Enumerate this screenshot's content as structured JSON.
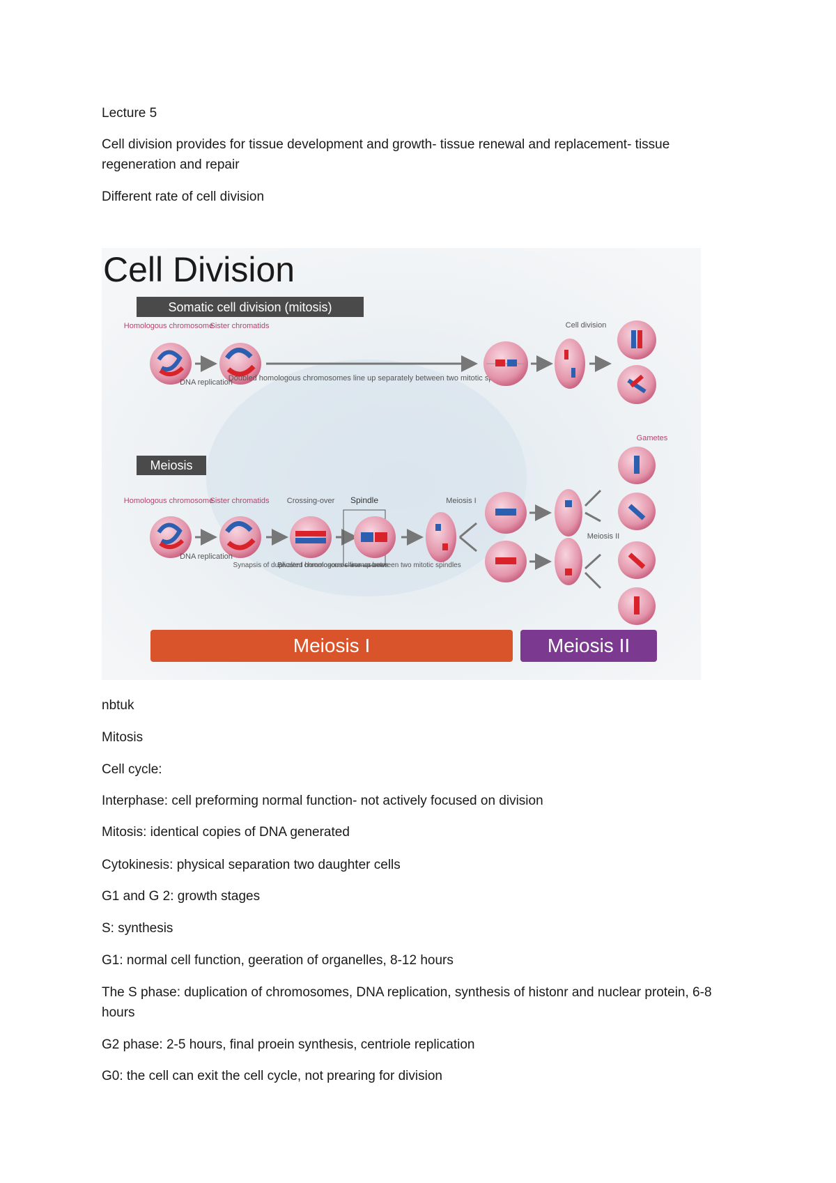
{
  "document": {
    "heading": "Lecture 5",
    "paragraphs": [
      "Cell division provides for tissue development and growth- tissue renewal and replacement- tissue regeneration and repair",
      "Different rate of cell division"
    ],
    "notes": [
      "nbtuk",
      "Mitosis",
      "Cell cycle:",
      "Interphase: cell preforming normal function- not actively focused on division",
      "Mitosis: identical copies of DNA generated",
      "Cytokinesis: physical separation two daughter cells",
      "G1 and G 2: growth stages",
      "S: synthesis",
      "G1: normal cell function, geeration of organelles, 8-12 hours",
      "The S phase: duplication of chromosomes, DNA replication, synthesis of histonr and nuclear protein, 6-8 hours",
      "G2 phase: 2-5 hours, final proein synthesis, centriole replication",
      "G0: the cell can exit the cell cycle, not prearing for division"
    ]
  },
  "figure": {
    "title": "Cell Division",
    "mitosis_banner": "Somatic cell division (mitosis)",
    "meiosis_banner": "Meiosis",
    "labels": {
      "homologous": "Homologous chromosome",
      "sister": "Sister chromatids",
      "dna_replication": "DNA replication",
      "doubled": "Doubled homologous chromosomes line up separately between two mitotic spindles",
      "cell_division": "Cell division",
      "gametes": "Gametes",
      "crossing_over": "Crossing-over",
      "spindle": "Spindle",
      "synapsis": "Synapsis of duplicated homologous chromosomes",
      "bivalent": "Bivalent chromosomes line up between two mitotic spindles",
      "meiosis_i_small": "Meiosis I",
      "meiosis_ii_small": "Meiosis II"
    },
    "bar_left": "Meiosis I",
    "bar_right": "Meiosis II",
    "colors": {
      "cell_fill": "#e9a3b6",
      "cell_ring": "#c65a7a",
      "chrom_red": "#d8232a",
      "chrom_blue": "#2d5fb0",
      "orange": "#d9542a",
      "purple": "#7b3a8f",
      "banner": "#4a4a4a"
    }
  }
}
